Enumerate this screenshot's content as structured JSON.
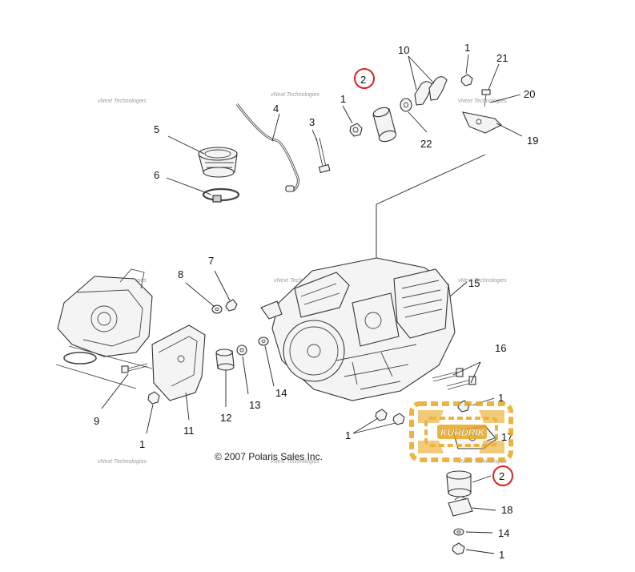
{
  "callouts": {
    "c1a": "1",
    "c2a": "2",
    "c3": "3",
    "c4": "4",
    "c5": "5",
    "c6": "6",
    "c7": "7",
    "c8": "8",
    "c9": "9",
    "c10": "10",
    "c11": "11",
    "c12": "12",
    "c13": "13",
    "c14a": "14",
    "c15": "15",
    "c16": "16",
    "c1b": "1",
    "c17": "17",
    "c2b": "2",
    "c18": "18",
    "c14b": "14",
    "c1c": "1",
    "c1d": "1",
    "c1e": "1",
    "c19": "19",
    "c20": "20",
    "c21": "21",
    "c22": "22",
    "c1f": "1"
  },
  "watermark": "vNext Technologies",
  "copyright": "© 2007 Polaris Sales Inc.",
  "logo": {
    "text": "KURDRIK",
    "color": "#e8a820"
  },
  "highlight_color": "#dd2222"
}
